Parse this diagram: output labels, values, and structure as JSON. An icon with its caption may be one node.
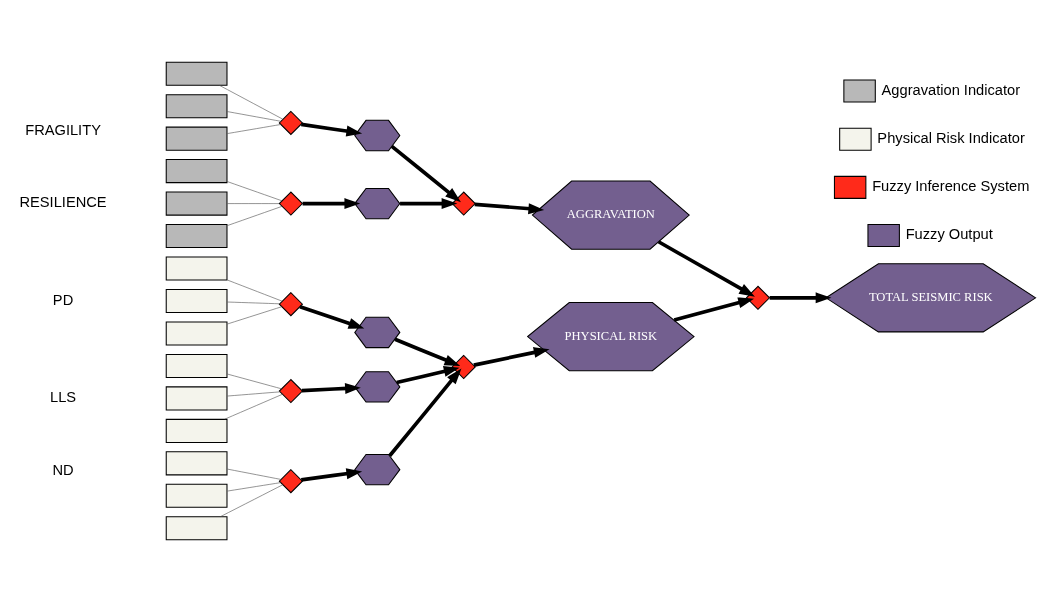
{
  "diagram": {
    "nodes": [
      {
        "text": [],
        "shape": "box"
      },
      {
        "text": [],
        "shape": "box"
      },
      {
        "text": [],
        "shape": "box"
      },
      {
        "text": [],
        "shape": "diamond"
      },
      {
        "text": [],
        "shape": "hexagon"
      },
      {
        "text": [],
        "shape": "box"
      },
      {
        "text": [],
        "shape": "box"
      },
      {
        "text": [],
        "shape": "box"
      },
      {
        "text": [],
        "shape": "diamond"
      },
      {
        "text": [],
        "shape": "hexagon"
      },
      {
        "text": [],
        "shape": "box"
      },
      {
        "text": [],
        "shape": "box"
      },
      {
        "text": [],
        "shape": "box"
      },
      {
        "text": [],
        "shape": "diamond"
      },
      {
        "text": [],
        "shape": "hexagon"
      },
      {
        "text": [],
        "shape": "box"
      },
      {
        "text": [],
        "shape": "box"
      },
      {
        "text": [],
        "shape": "box"
      },
      {
        "text": [],
        "shape": "diamond"
      },
      {
        "text": [],
        "shape": "hexagon"
      },
      {
        "text": [],
        "shape": "box"
      },
      {
        "text": [],
        "shape": "box"
      },
      {
        "text": [],
        "shape": "box"
      },
      {
        "text": [],
        "shape": "diamond"
      },
      {
        "text": [],
        "shape": "hexagon"
      },
      {
        "text": [],
        "shape": "diamond"
      },
      {
        "text": [
          "AGGRAVATION"
        ]
      },
      {
        "text": [],
        "shape": "diamond"
      },
      {
        "text": [
          "PHYSICAL RISK"
        ]
      },
      {
        "text": [],
        "shape": "diamond"
      },
      {
        "text": [
          "TOTAL SEISMIC RISK"
        ]
      }
    ],
    "edges": [
      {
        "from": 0,
        "to": 3,
        "arrow": "none"
      },
      {
        "from": 1,
        "to": 3,
        "arrow": "none"
      },
      {
        "from": 2,
        "to": 3,
        "arrow": "none"
      },
      {
        "from": 3,
        "to": 4,
        "arrow": "to",
        "style": "thick"
      },
      {
        "from": 5,
        "to": 8,
        "arrow": "none"
      },
      {
        "from": 6,
        "to": 8,
        "arrow": "none"
      },
      {
        "from": 7,
        "to": 8,
        "arrow": "none"
      },
      {
        "from": 8,
        "to": 9,
        "arrow": "to",
        "style": "thick"
      },
      {
        "from": 10,
        "to": 13,
        "arrow": "none"
      },
      {
        "from": 11,
        "to": 13,
        "arrow": "none"
      },
      {
        "from": 12,
        "to": 13,
        "arrow": "none"
      },
      {
        "from": 13,
        "to": 14,
        "arrow": "to",
        "style": "thick"
      },
      {
        "from": 15,
        "to": 18,
        "arrow": "none"
      },
      {
        "from": 16,
        "to": 18,
        "arrow": "none"
      },
      {
        "from": 17,
        "to": 18,
        "arrow": "none"
      },
      {
        "from": 18,
        "to": 19,
        "arrow": "to",
        "style": "thick"
      },
      {
        "from": 20,
        "to": 23,
        "arrow": "none"
      },
      {
        "from": 21,
        "to": 23,
        "arrow": "none"
      },
      {
        "from": 22,
        "to": 23,
        "arrow": "none"
      },
      {
        "from": 23,
        "to": 24,
        "arrow": "to",
        "style": "thick"
      },
      {
        "from": 4,
        "to": 25,
        "arrow": "to",
        "style": "thick"
      },
      {
        "from": 9,
        "to": 25,
        "arrow": "to",
        "style": "thick"
      },
      {
        "from": 25,
        "to": 26,
        "arrow": "to",
        "style": "thick"
      },
      {
        "from": 14,
        "to": 27,
        "arrow": "to",
        "style": "thick"
      },
      {
        "from": 19,
        "to": 27,
        "arrow": "to",
        "style": "thick"
      },
      {
        "from": 24,
        "to": 27,
        "arrow": "to",
        "style": "thick"
      },
      {
        "from": 27,
        "to": 28,
        "arrow": "to",
        "style": "thick"
      },
      {
        "from": 26,
        "to": 29,
        "arrow": "to",
        "style": "thick"
      },
      {
        "from": 28,
        "to": 29,
        "arrow": "to",
        "style": "thick"
      },
      {
        "from": 29,
        "to": 30,
        "arrow": "to",
        "style": "thick"
      }
    ],
    "labels": [
      "FRAGILITY",
      "RESILIENCE",
      "PD",
      "LLS",
      "ND"
    ],
    "legend": [
      {
        "text": "Aggravation Indicator"
      },
      {
        "text": "Physical Risk Indicator"
      },
      {
        "text": "Fuzzy Inference System"
      },
      {
        "text": "Fuzzy Output"
      }
    ]
  }
}
